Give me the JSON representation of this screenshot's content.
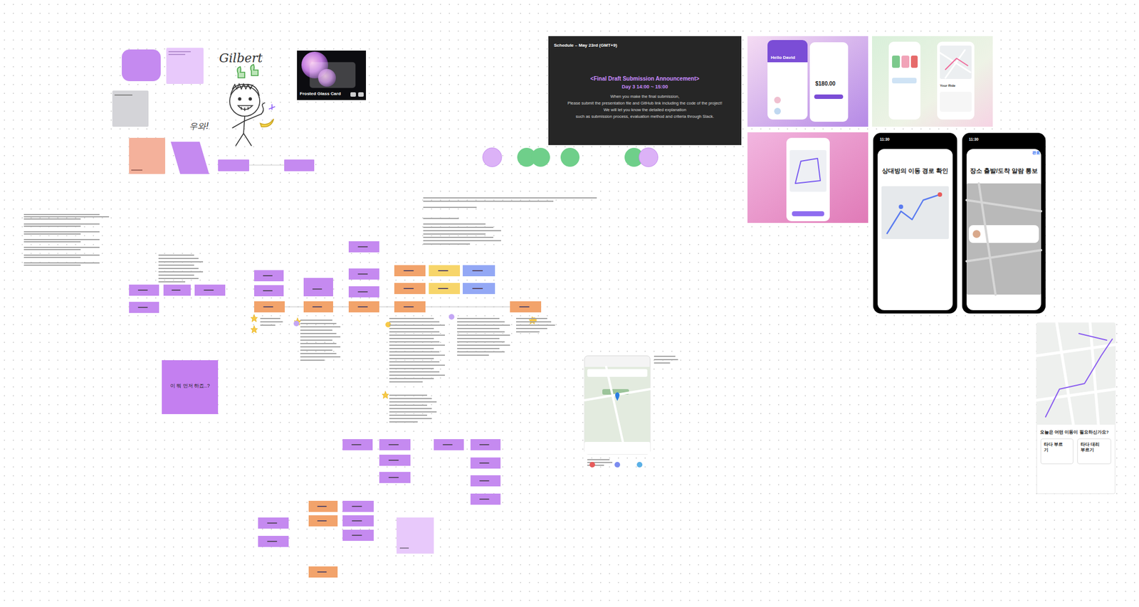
{
  "diagram": {
    "nodes": [
      {
        "text": [
          "Frosted Glass Card"
        ]
      },
      {
        "text": [
          "Schedule – May 23rd (GMT+9)",
          "<Final Draft Submission Announcement>",
          "Day 3 14:00 ~ 15:00",
          "When you make the final submission,",
          "Please submit the presentation file and GitHub link including the code of the project!",
          "We will let you know the detailed explanation",
          "such as submission process, evaluation method and criteria through Slack."
        ]
      },
      {
        "text": [
          "Hello David",
          "$180.00"
        ]
      },
      {
        "text": [
          "Your Ride"
        ]
      },
      {
        "text": [
          "11:30",
          "상대방의 이동 경로 확인"
        ]
      },
      {
        "text": [
          "11:30",
          "완료",
          "장소 출발/도착 알람 통보"
        ]
      },
      {
        "text": [
          "이 뭐 먼저 하죠..?"
        ]
      },
      {
        "text": [
          "오늘은 어떤 이동이 필요하신가요?"
        ]
      },
      {
        "text": [
          "타다 부르기"
        ],
        "in": 7
      },
      {
        "text": [
          "타다 대리 부르기"
        ],
        "in": 7
      }
    ],
    "labels": [
      "Gilbert",
      "우와!"
    ]
  }
}
